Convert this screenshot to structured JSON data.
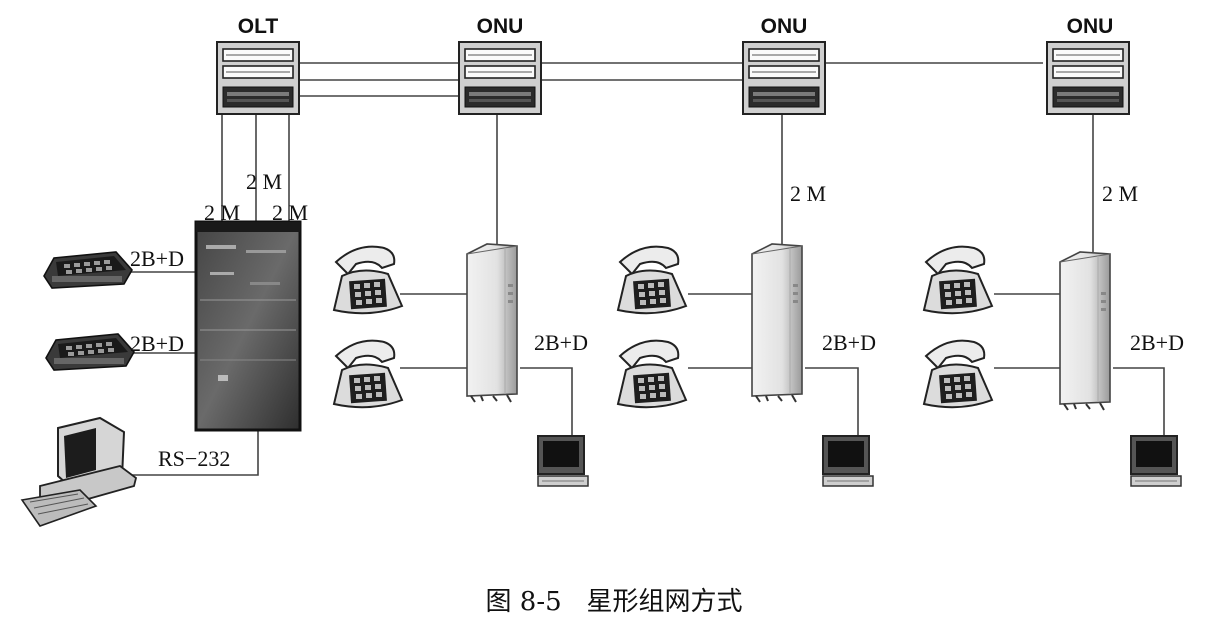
{
  "diagram": {
    "olt_label": "OLT",
    "onu_labels": [
      "ONU",
      "ONU",
      "ONU"
    ],
    "rate_2m": "2 M",
    "rate_2bd": "2B+D",
    "rs232": "RS−232",
    "caption": "图 8-5   星形组网方式",
    "icons": [
      "olt-rack",
      "onu-unit",
      "switch-cabinet",
      "isdn-terminal",
      "telephone",
      "monitor",
      "computer-workstation"
    ]
  }
}
